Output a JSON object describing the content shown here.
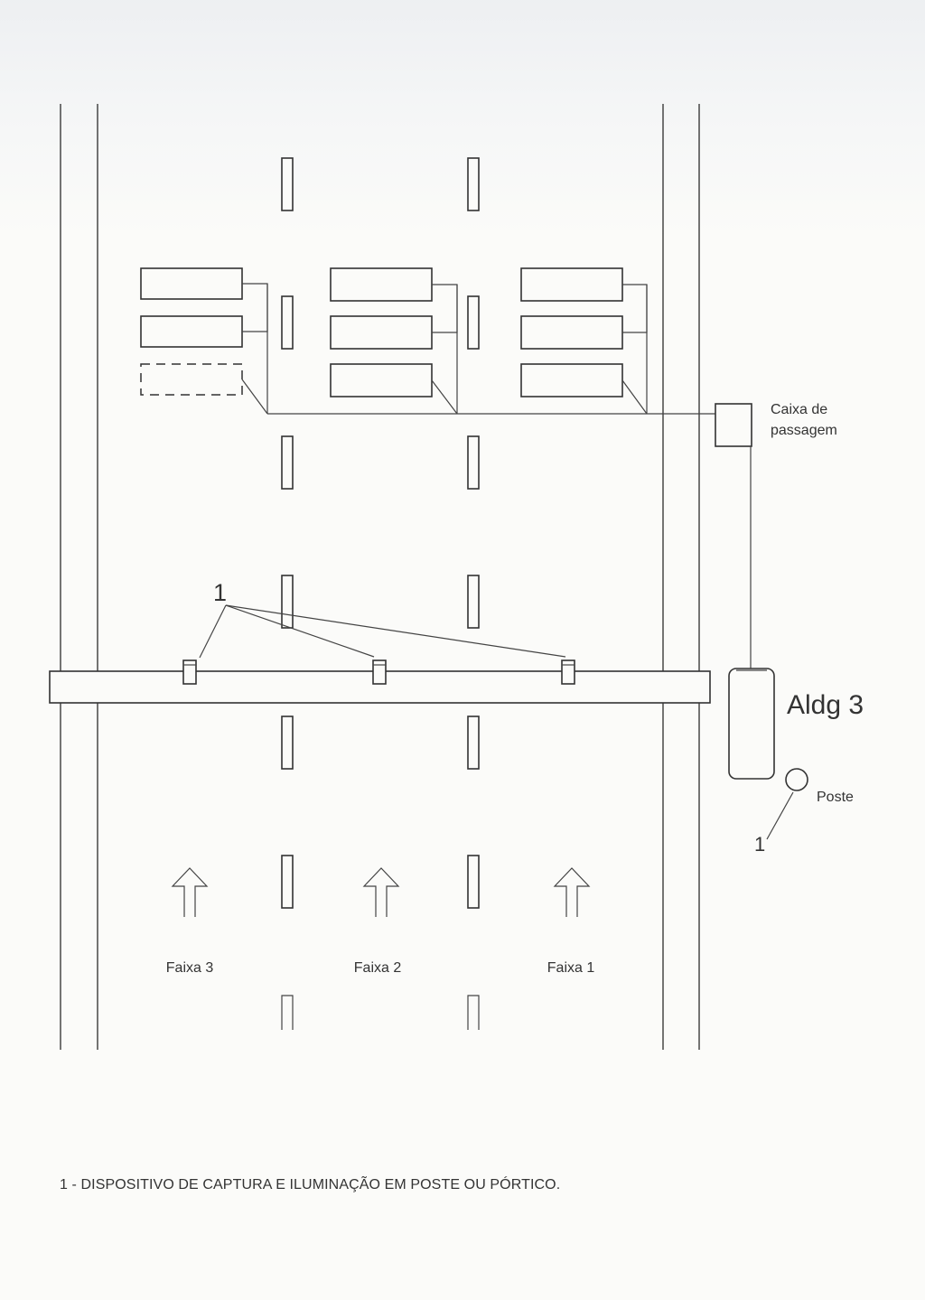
{
  "labels": {
    "box_line1": "Caixa de",
    "box_line2": "passagem",
    "cabinet": "Aldg 3",
    "pole": "Poste",
    "pole_ref": "1",
    "device_ref": "1"
  },
  "lanes": [
    {
      "label": "Faixa 3"
    },
    {
      "label": "Faixa 2"
    },
    {
      "label": "Faixa 1"
    }
  ],
  "footnote": "1 - DISPOSITIVO DE CAPTURA E ILUMINAÇÃO EM POSTE OU PÓRTICO."
}
